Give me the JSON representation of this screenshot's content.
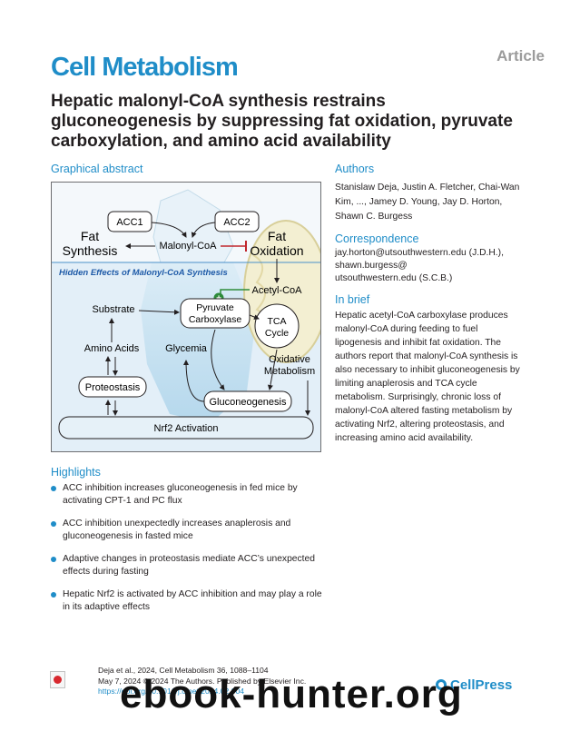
{
  "header": {
    "article_label": "Article",
    "journal": "Cell Metabolism",
    "title": "Hepatic malonyl-CoA synthesis restrains gluconeogenesis by suppressing fat oxidation, pyruvate carboxylation, and amino acid availability"
  },
  "graphical_abstract": {
    "heading": "Graphical abstract",
    "nodes": {
      "acc1": "ACC1",
      "acc2": "ACC2",
      "malonyl_coa": "Malonyl-CoA",
      "fat_synthesis_1": "Fat",
      "fat_synthesis_2": "Synthesis",
      "fat_oxidation_1": "Fat",
      "fat_oxidation_2": "Oxidation",
      "banner": "Hidden Effects of Malonyl-CoA Synthesis",
      "acetyl_coa": "Acetyl-CoA",
      "pc_1": "Pyruvate",
      "pc_2": "Carboxylase",
      "substrate": "Substrate",
      "tca_1": "TCA",
      "tca_2": "Cycle",
      "amino_acids": "Amino Acids",
      "glycemia": "Glycemia",
      "oxidative_1": "Oxidative",
      "oxidative_2": "Metabolism",
      "proteostasis": "Proteostasis",
      "gluconeogenesis": "Gluconeogenesis",
      "nrf2": "Nrf2 Activation"
    }
  },
  "authors": {
    "heading": "Authors",
    "text": "Stanislaw Deja, Justin A. Fletcher, Chai-Wan Kim, ..., Jamey D. Young, Jay D. Horton, Shawn C. Burgess"
  },
  "correspondence": {
    "heading": "Correspondence",
    "line1": "jay.horton@utsouthwestern.edu (J.D.H.),",
    "line2": "shawn.burgess@",
    "line3": "utsouthwestern.edu (S.C.B.)"
  },
  "in_brief": {
    "heading": "In brief",
    "text": "Hepatic acetyl-CoA carboxylase produces malonyl-CoA during feeding to fuel lipogenesis and inhibit fat oxidation. The authors report that malonyl-CoA synthesis is also necessary to inhibit gluconeogenesis by limiting anaplerosis and TCA cycle metabolism. Surprisingly, chronic loss of malonyl-CoA altered fasting metabolism by activating Nrf2, altering proteostasis, and increasing amino acid availability."
  },
  "highlights": {
    "heading": "Highlights",
    "items": [
      "ACC inhibition increases gluconeogenesis in fed mice by activating CPT-1 and PC flux",
      "ACC inhibition unexpectedly increases anaplerosis and gluconeogenesis in fasted mice",
      "Adaptive changes in proteostasis mediate ACC’s unexpected effects during fasting",
      "Hepatic Nrf2 is activated by ACC inhibition and may play a role in its adaptive effects"
    ]
  },
  "citation": {
    "line1": "Deja et al., 2024, Cell Metabolism 36, 1088–1104",
    "line2": "May 7, 2024 © 2024 The Authors. Published by Elsevier Inc.",
    "doi": "https://doi.org/10.1016/j.cmet.2024.02.004"
  },
  "footer": {
    "publisher": "CellPress",
    "watermark": "ebook-hunter.org"
  },
  "colors": {
    "accent": "#1f8dc8",
    "banner_text": "#1f5ba8",
    "inhibit_red": "#c0272d",
    "activate_green": "#2e8b3a"
  },
  "icons": {
    "check_for_updates": "check-for-updates-icon",
    "cellpress_logo": "cellpress-logo-icon"
  }
}
